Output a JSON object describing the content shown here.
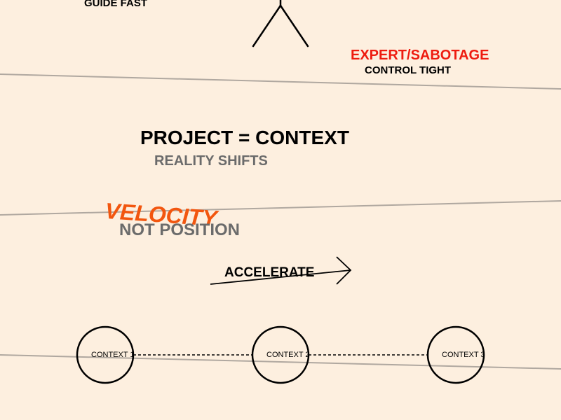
{
  "texts": {
    "guide": "GUIDE FAST",
    "expert": "EXPERT/SABOTAGE",
    "control": "CONTROL TIGHT",
    "project": "PROJECT = CONTEXT",
    "reality": "REALITY SHIFTS",
    "velocity": "VELOCITY",
    "not_position": "NOT POSITION",
    "accelerate": "ACCELERATE"
  },
  "contexts": [
    "CONTEXT 1",
    "CONTEXT 2",
    "CONTEXT 3"
  ],
  "colors": {
    "background": "#fdefdf",
    "accent_red": "#ee1c10",
    "accent_orange": "#f2560f",
    "muted_gray": "#6b6b6b",
    "divider": "#b0a8a0"
  }
}
